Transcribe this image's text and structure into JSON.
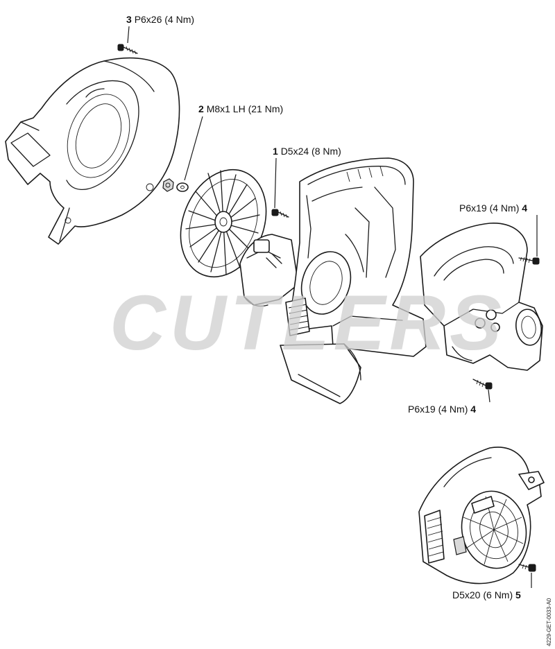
{
  "callouts": [
    {
      "id": "callout-3",
      "number": "3",
      "spec": "P6x26 (4 Nm)"
    },
    {
      "id": "callout-2",
      "number": "2",
      "spec": "M8x1 LH (21 Nm)"
    },
    {
      "id": "callout-1",
      "number": "1",
      "spec": "D5x24 (8 Nm)"
    },
    {
      "id": "callout-4-top",
      "number": "4",
      "spec": "P6x19 (4 Nm)"
    },
    {
      "id": "callout-4-bottom",
      "number": "4",
      "spec": "P6x19 (4 Nm)"
    },
    {
      "id": "callout-5",
      "number": "5",
      "spec": "D5x20 (6 Nm)"
    }
  ],
  "watermark": "CUTLERS",
  "figure_code": "4229-GET-0033-A0"
}
